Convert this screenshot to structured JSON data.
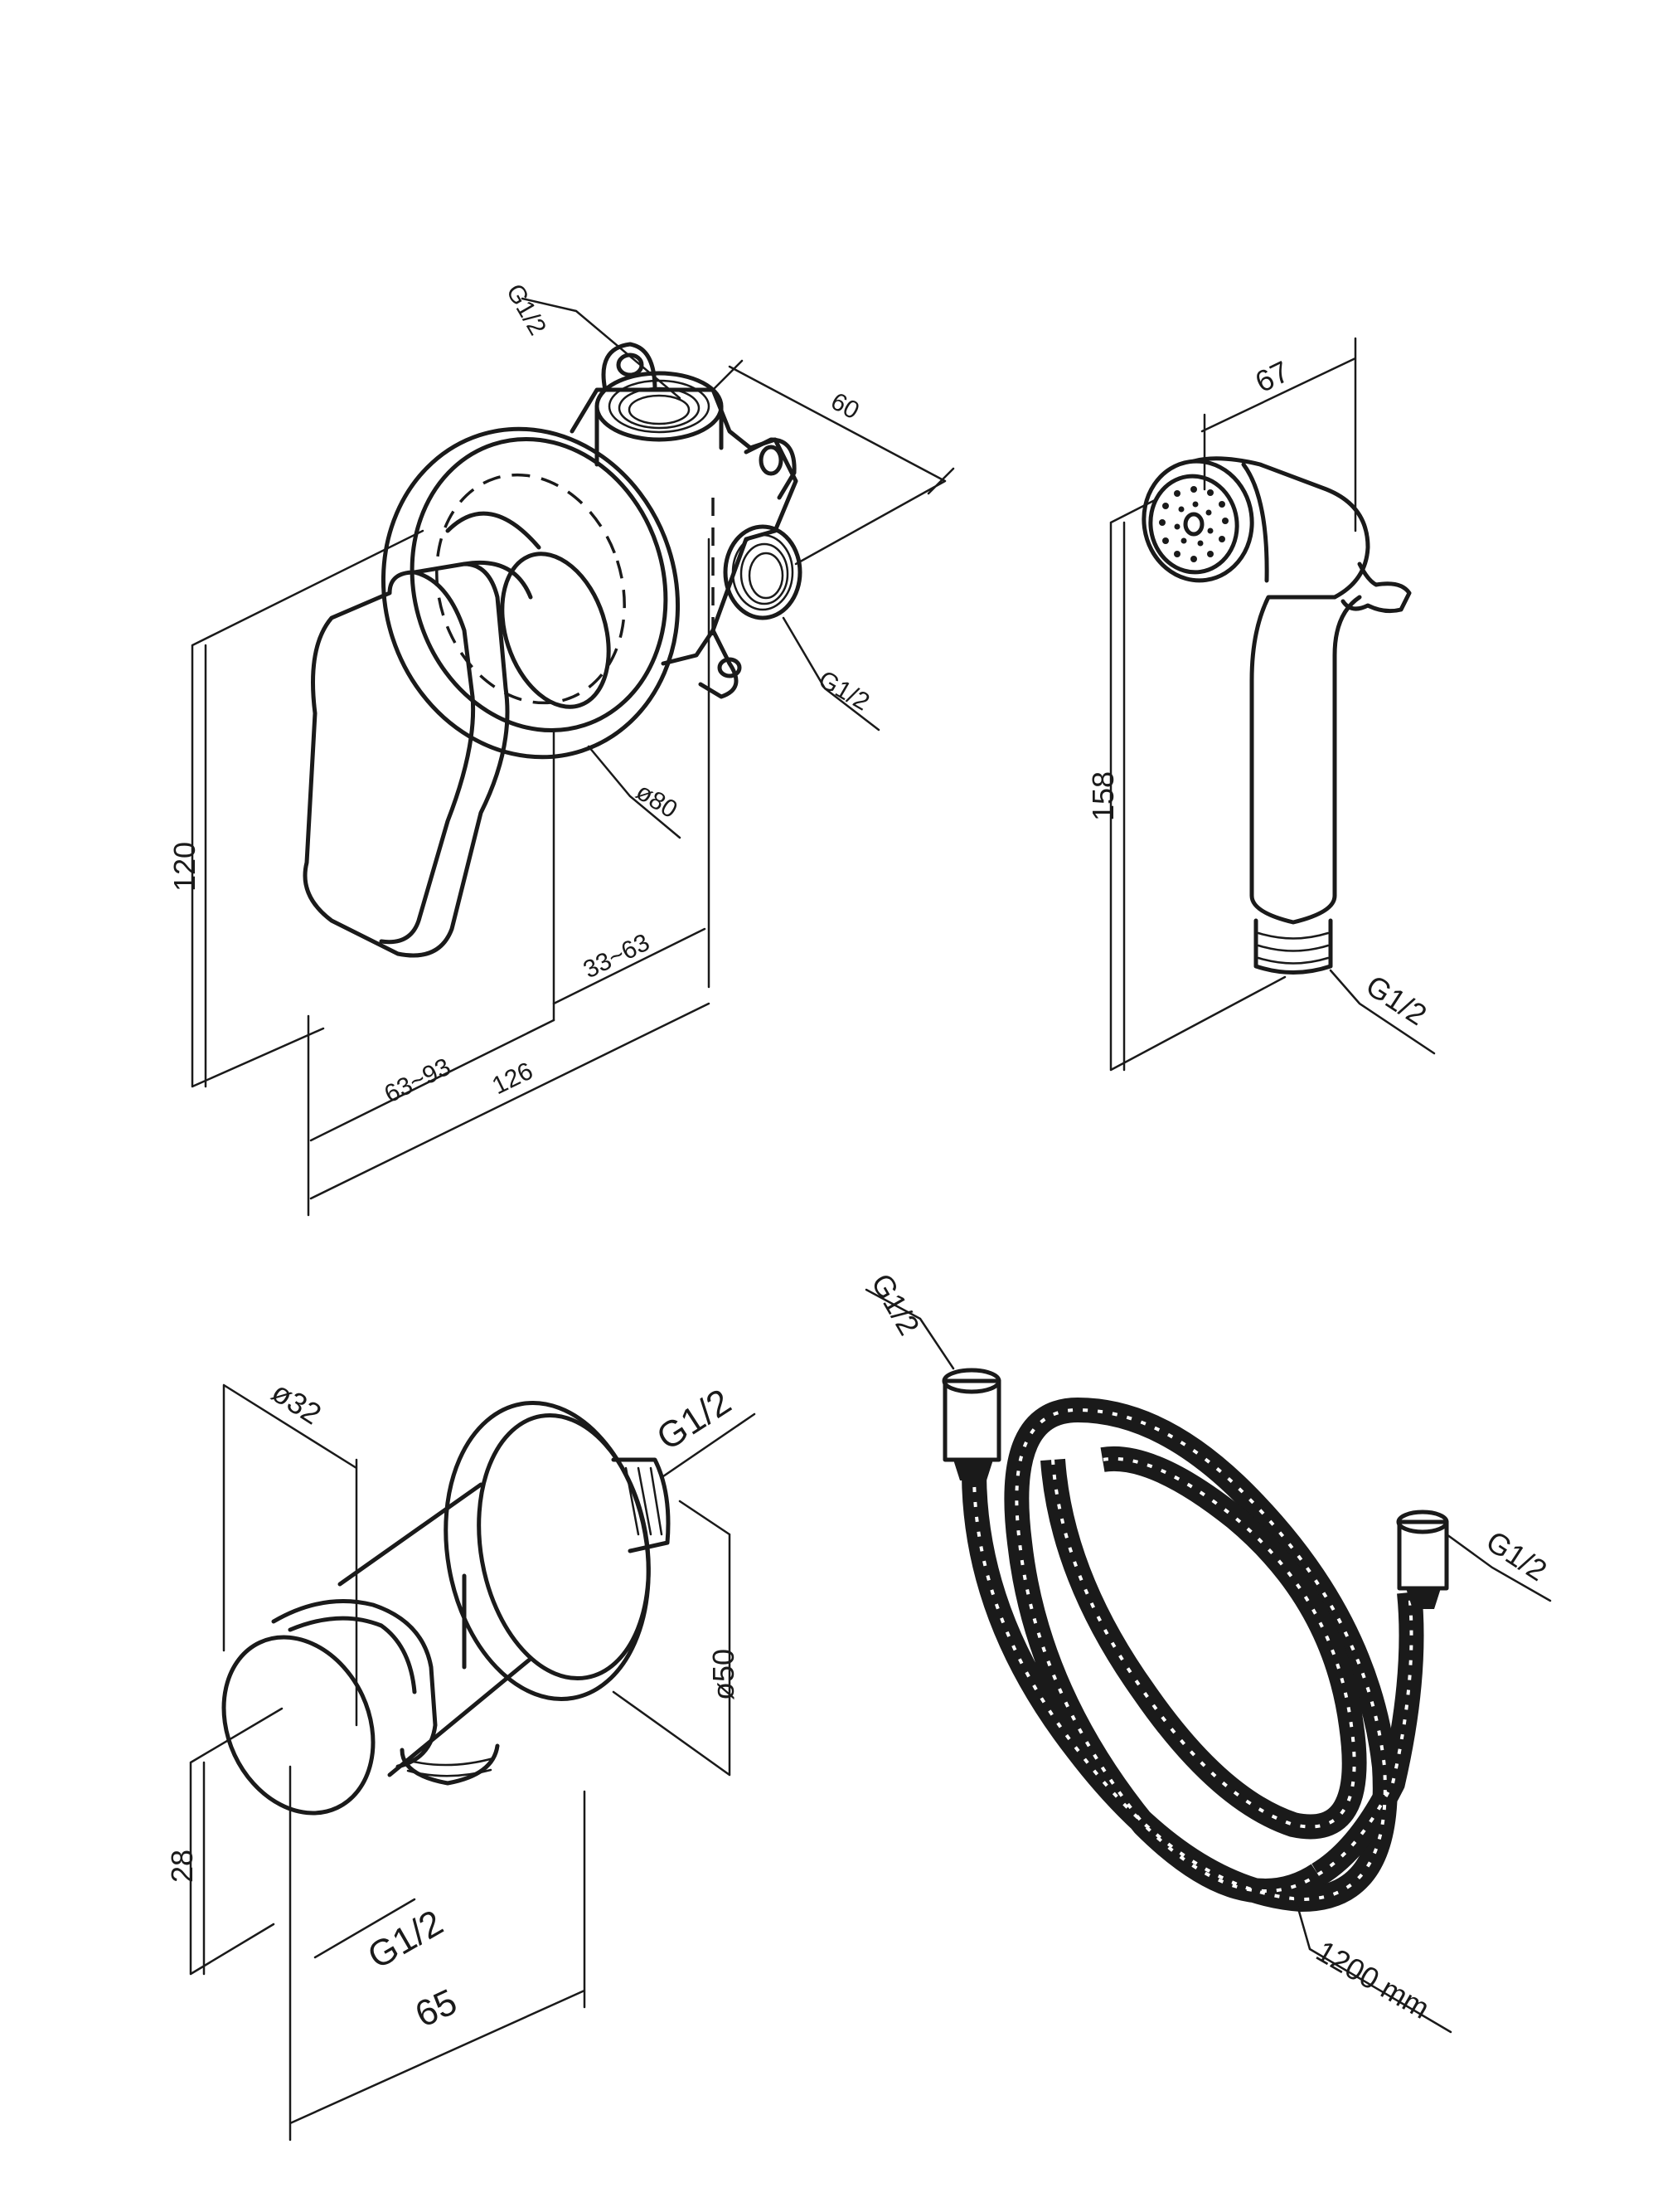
{
  "mixer": {
    "inlet_top_label": "G1/2",
    "inlet_side_label": "G1/2",
    "depth_label": "60",
    "height_label": "120",
    "rosette_diameter_label": "ø80",
    "wall_adjust_label": "33~63",
    "projection_label": "63~93",
    "overall_label": "126"
  },
  "spray": {
    "width_label": "67",
    "height_label": "158",
    "thread_label": "G1/2"
  },
  "outlet": {
    "holder_diameter_label": "ø32",
    "thread_top_label": "G1/2",
    "rosette_diameter_label": "ø50",
    "height_label": "28",
    "thread_bottom_label": "G1/2",
    "length_label": "65"
  },
  "hose": {
    "end1_label": "G1/2",
    "end2_label": "G1/2",
    "length_label": "1200 mm"
  }
}
